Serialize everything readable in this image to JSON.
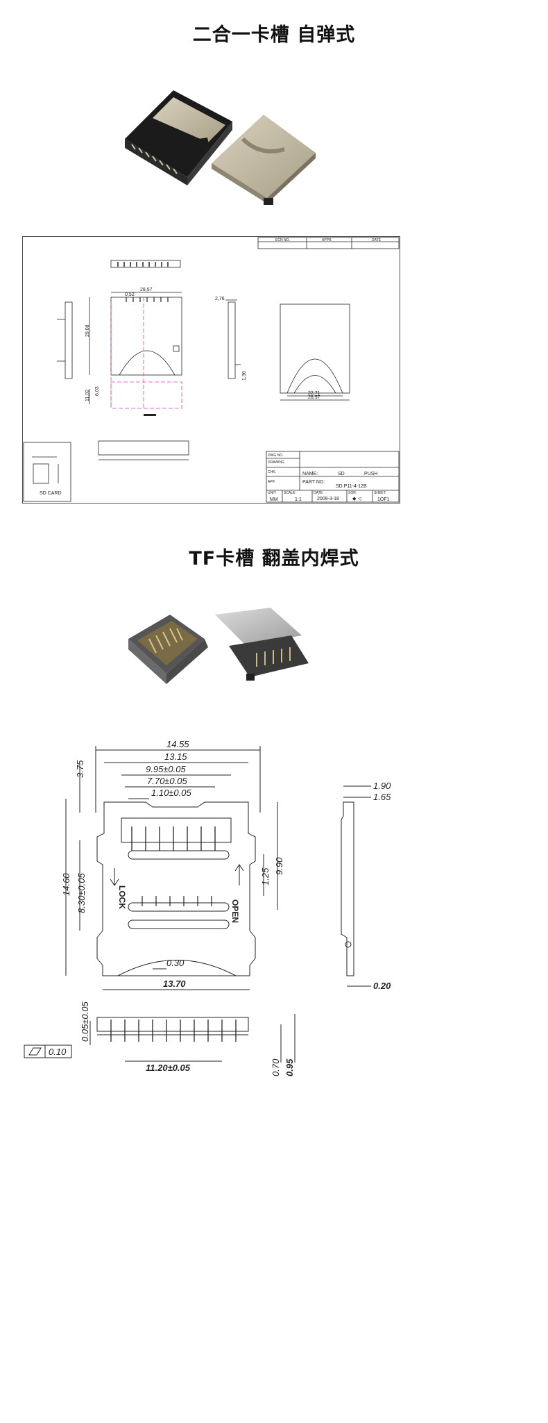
{
  "sections": [
    {
      "title": "二合一卡槽 自弹式",
      "drawing": {
        "title_block": {
          "ecn_label": "ECN NO.",
          "appr_label": "APPR.",
          "date_label": "DATE",
          "dwg_label": "DWG NO.",
          "drawing_label": "DRAWING",
          "chk_label": "CHK.",
          "appd_label": "APP.",
          "name_label": "NAME:",
          "name_value_1": "SD",
          "name_value_2": "PUSH",
          "part_label": "PART NO:",
          "part_value": "SD P11-4-12B",
          "unit_label": "UNIT:",
          "unit_value": "MM",
          "scale_label": "SCALE:",
          "scale_value": "1:1",
          "date2_label": "DATE:",
          "date2_value": "2009-3-18",
          "sym_label": "SOR:",
          "sheet_label": "SHEET:",
          "sheet_value": "1OF1"
        },
        "dims": {
          "width_top": "28,57",
          "pin_pitch": "0,52",
          "height": "29,08",
          "side_w": "2,76",
          "side_b": "1,36",
          "bottom_1": "11,02",
          "bottom_2": "6,03",
          "rv_inner": "22,71",
          "rv_outer": "28,57"
        },
        "card_label": "SD CARD"
      }
    },
    {
      "title": "TF卡槽 翻盖内焊式",
      "drawing": {
        "dims": {
          "d1": "14.55",
          "d2": "13.15",
          "d3": "9.95±0.05",
          "d4": "7.70±0.05",
          "d5": "1.10±0.05",
          "d6": "3.75",
          "d7": "14.60",
          "d8": "8.30±0.05",
          "d9": "1.25",
          "d10": "9.90",
          "d11": "0.30",
          "d12": "13.70",
          "d13": "1.90",
          "d14": "1.65",
          "d15": "0.20",
          "d16": "0.05±0.05",
          "d17": "0.10",
          "d18": "11.20±0.05",
          "d19": "0.70",
          "d20": "0.95"
        },
        "lock_label": "LOCK",
        "open_label": "OPEN"
      }
    }
  ]
}
